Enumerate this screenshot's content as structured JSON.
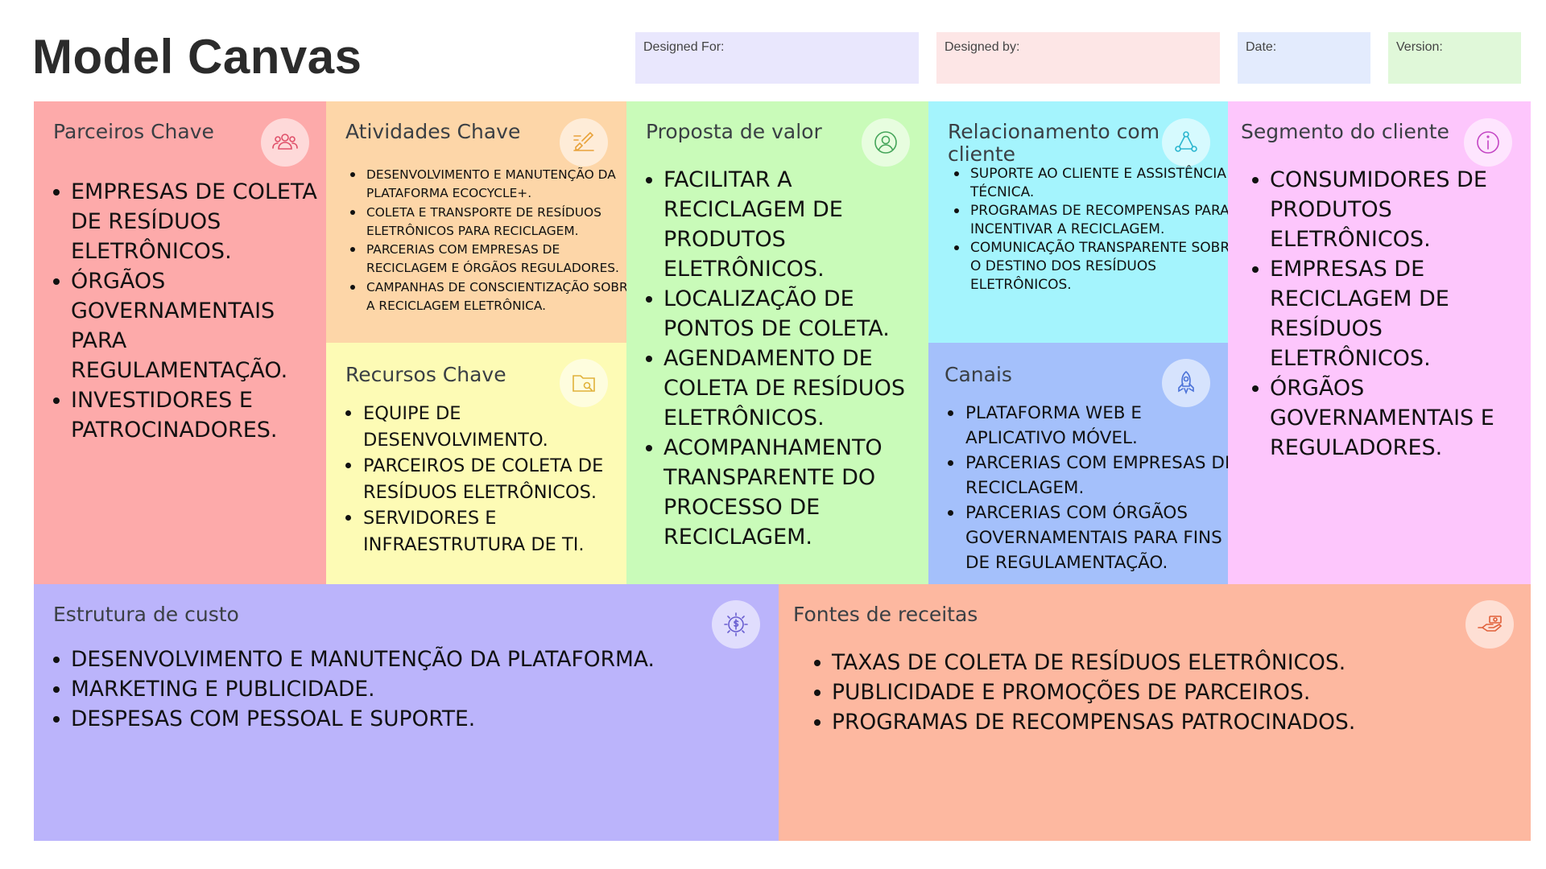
{
  "header": {
    "title": "Model Canvas",
    "designed_for_label": "Designed For:",
    "designed_by_label": "Designed by:",
    "date_label": "Date:",
    "version_label": "Version:"
  },
  "colors": {
    "parceiros": "#fdaaaa",
    "atividades": "#fdd6a8",
    "recursos": "#fdfbb5",
    "proposta": "#c9fbb9",
    "relacionamento": "#a4f4fd",
    "canais": "#a4c0fb",
    "segmento": "#fdc6fc",
    "custo": "#bbb4fb",
    "receitas": "#fdb8a0"
  },
  "blocks": {
    "parceiros": {
      "title": "Parceiros Chave",
      "icon": "people-group-icon",
      "items": [
        "EMPRESAS DE COLETA DE RESÍDUOS ELETRÔNICOS.",
        "ÓRGÃOS GOVERNAMENTAIS PARA REGULAMENTAÇÃO.",
        "INVESTIDORES E PATROCINADORES."
      ]
    },
    "atividades": {
      "title": "Atividades Chave",
      "icon": "checklist-pencil-icon",
      "items": [
        "DESENVOLVIMENTO E MANUTENÇÃO DA PLATAFORMA ECOCYCLE+.",
        "COLETA E TRANSPORTE DE RESÍDUOS ELETRÔNICOS PARA RECICLAGEM.",
        "PARCERIAS COM EMPRESAS DE RECICLAGEM E ÓRGÃOS REGULADORES.",
        "CAMPANHAS DE CONSCIENTIZAÇÃO SOBRE A RECICLAGEM ELETRÔNICA."
      ]
    },
    "recursos": {
      "title": "Recursos Chave",
      "icon": "folder-search-icon",
      "items": [
        "EQUIPE DE DESENVOLVIMENTO.",
        "PARCEIROS DE COLETA DE RESÍDUOS ELETRÔNICOS.",
        "SERVIDORES E INFRAESTRUTURA DE TI."
      ]
    },
    "proposta": {
      "title": "Proposta de valor",
      "icon": "user-circle-icon",
      "items": [
        "FACILITAR A RECICLAGEM DE PRODUTOS ELETRÔNICOS.",
        "LOCALIZAÇÃO DE PONTOS DE COLETA.",
        "AGENDAMENTO DE COLETA DE RESÍDUOS ELETRÔNICOS.",
        "ACOMPANHAMENTO TRANSPARENTE DO PROCESSO DE RECICLAGEM."
      ]
    },
    "relacionamento": {
      "title": "Relacionamento com cliente",
      "icon": "network-nodes-icon",
      "items": [
        "SUPORTE AO CLIENTE E ASSISTÊNCIA TÉCNICA.",
        "PROGRAMAS DE RECOMPENSAS PARA INCENTIVAR A RECICLAGEM.",
        "COMUNICAÇÃO TRANSPARENTE SOBRE O DESTINO DOS RESÍDUOS ELETRÔNICOS."
      ]
    },
    "canais": {
      "title": "Canais",
      "icon": "rocket-icon",
      "items": [
        "PLATAFORMA WEB E APLICATIVO MÓVEL.",
        "PARCERIAS COM EMPRESAS DE RECICLAGEM.",
        "PARCERIAS COM ÓRGÃOS GOVERNAMENTAIS PARA FINS DE REGULAMENTAÇÃO."
      ]
    },
    "segmento": {
      "title": "Segmento do cliente",
      "icon": "info-icon",
      "items": [
        "CONSUMIDORES DE PRODUTOS ELETRÔNICOS.",
        "EMPRESAS DE RECICLAGEM DE RESÍDUOS ELETRÔNICOS.",
        "ÓRGÃOS GOVERNAMENTAIS E REGULADORES."
      ]
    },
    "custo": {
      "title": "Estrutura de custo",
      "icon": "dollar-gear-icon",
      "items": [
        "DESENVOLVIMENTO E MANUTENÇÃO DA PLATAFORMA.",
        "MARKETING E PUBLICIDADE.",
        "DESPESAS COM PESSOAL E SUPORTE."
      ]
    },
    "receitas": {
      "title": "Fontes de receitas",
      "icon": "hand-money-icon",
      "items": [
        "TAXAS DE COLETA DE RESÍDUOS ELETRÔNICOS.",
        "PUBLICIDADE E PROMOÇÕES DE PARCEIROS.",
        "PROGRAMAS DE RECOMPENSAS PATROCINADOS."
      ]
    }
  }
}
